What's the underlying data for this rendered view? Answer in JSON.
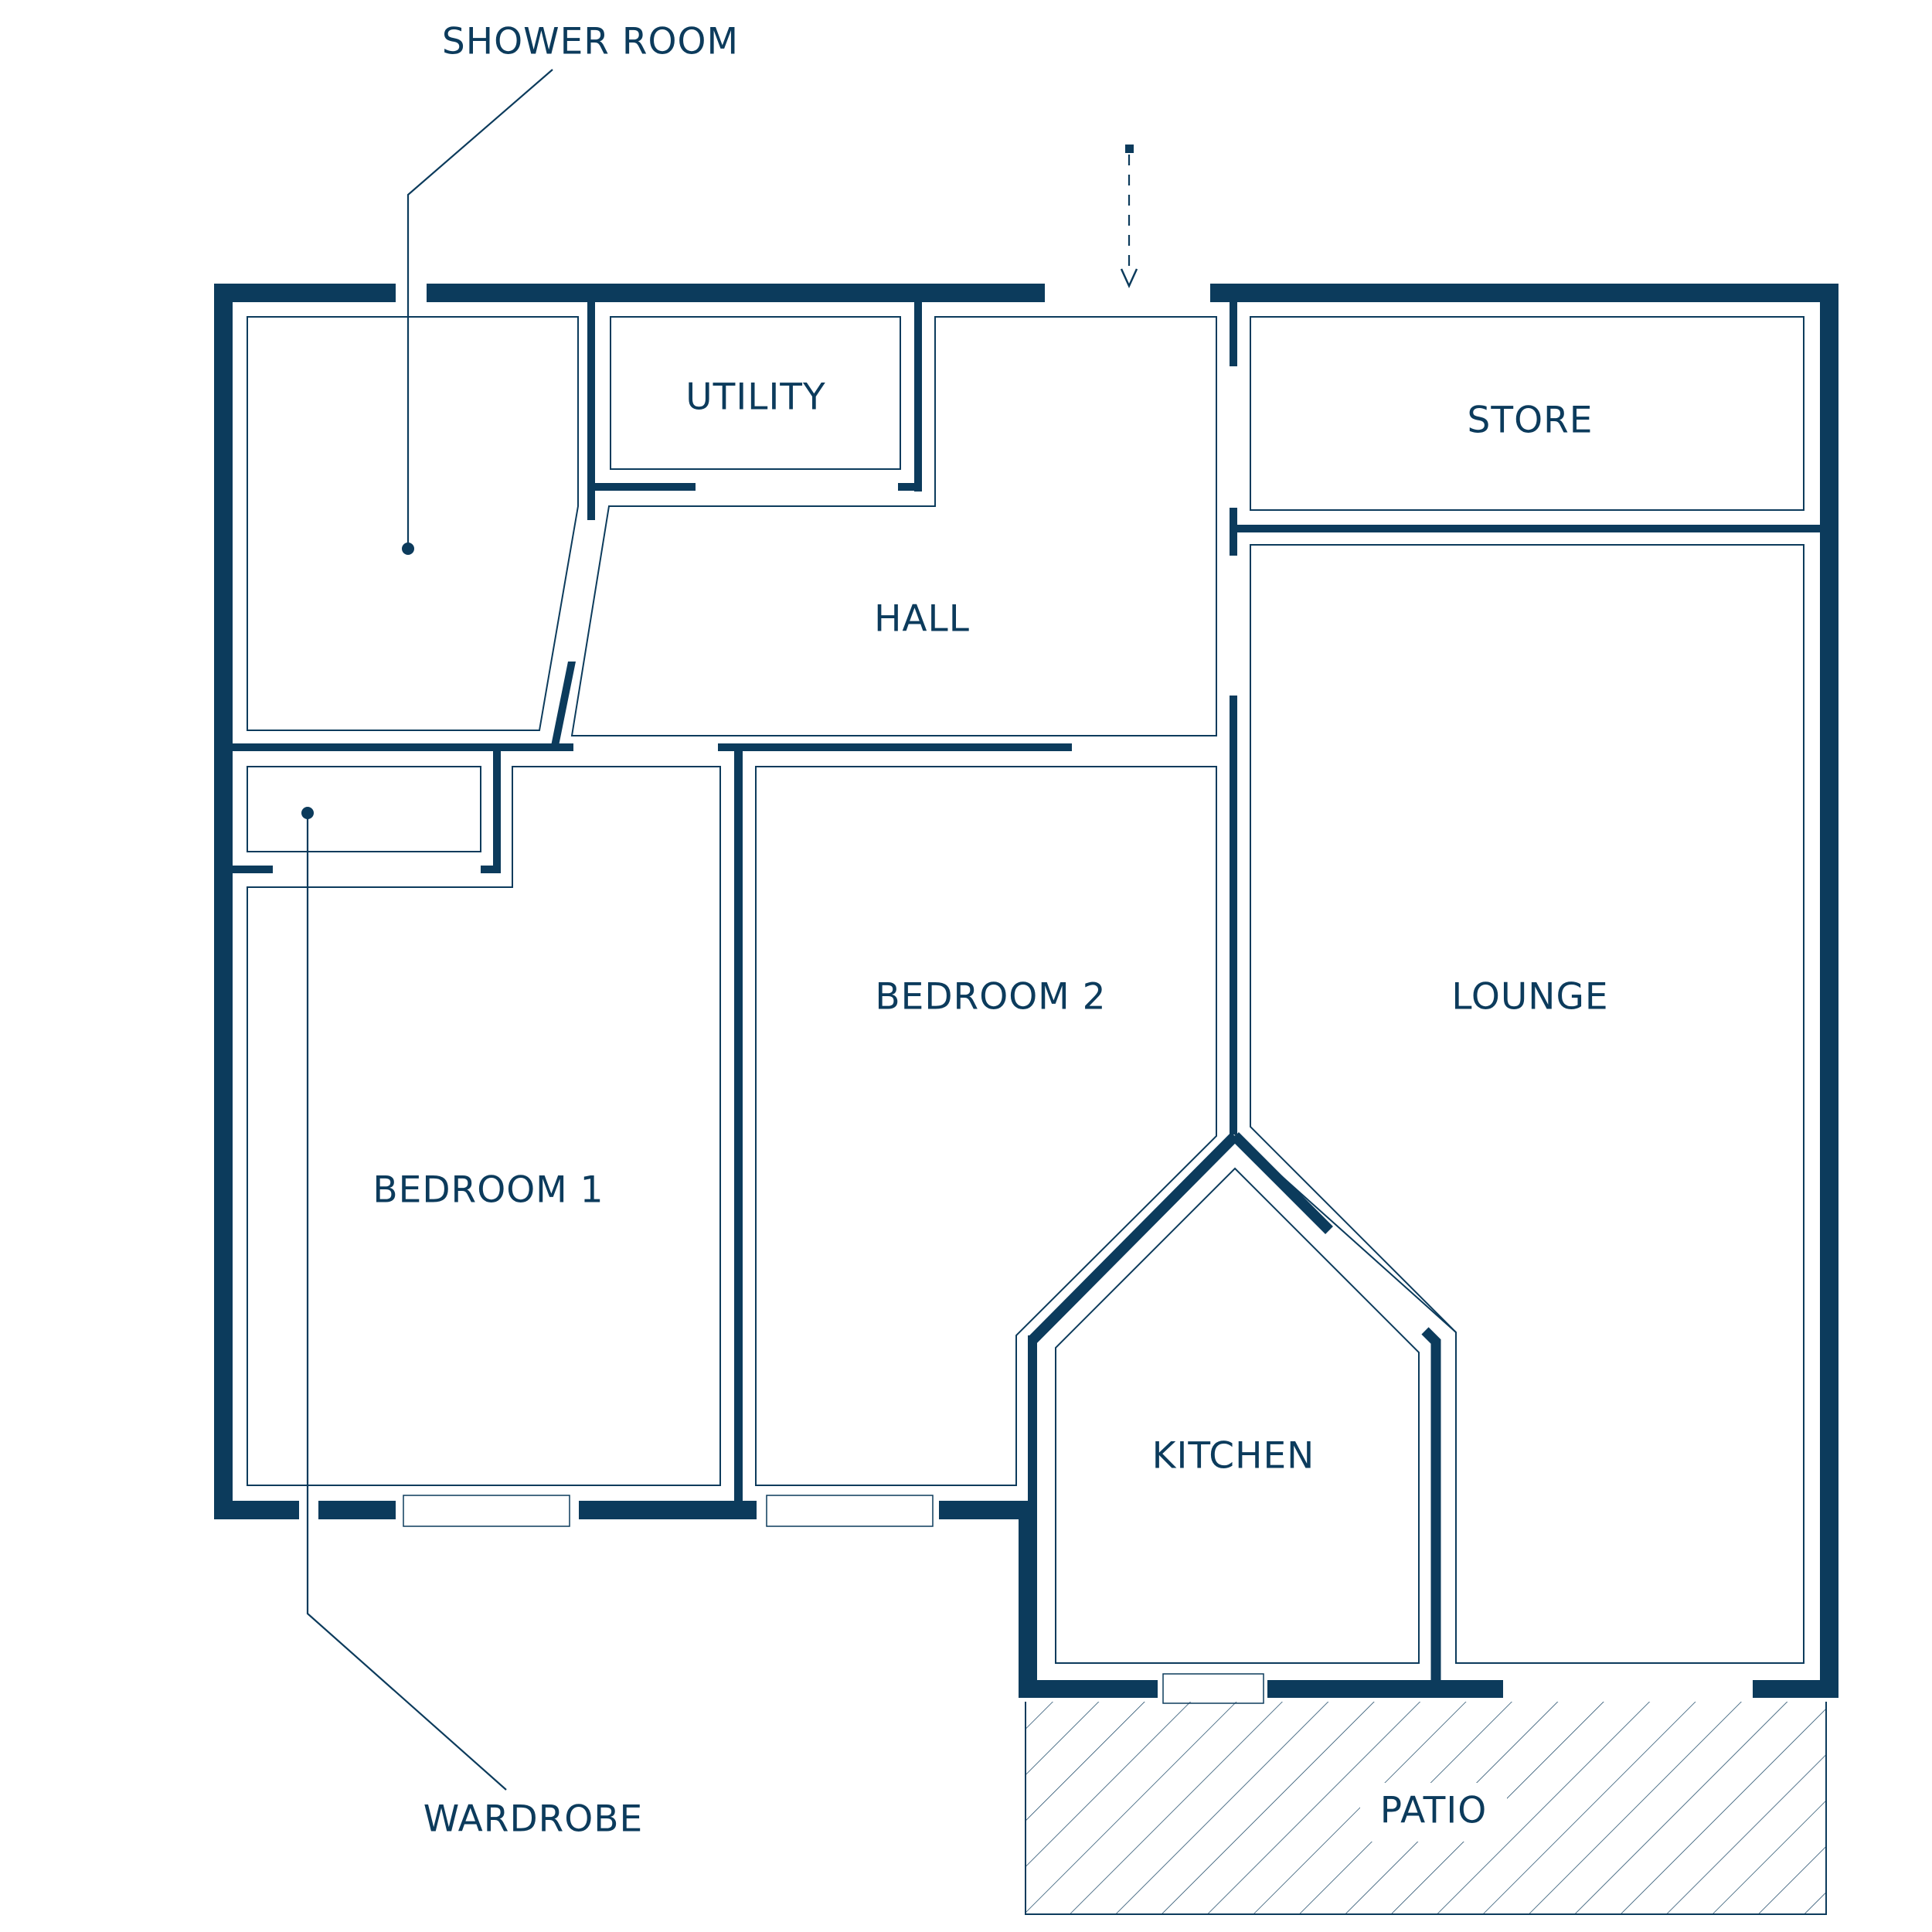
{
  "colors": {
    "ink": "#0c3b5c",
    "background": "#ffffff"
  },
  "rooms": {
    "shower_room": "SHOWER ROOM",
    "utility": "UTILITY",
    "hall": "HALL",
    "store": "STORE",
    "bedroom_1": "BEDROOM 1",
    "bedroom_2": "BEDROOM 2",
    "lounge": "LOUNGE",
    "kitchen": "KITCHEN",
    "patio": "PATIO",
    "wardrobe": "WARDROBE"
  },
  "icons": {
    "entrance": "dashed-arrow-down-icon"
  }
}
